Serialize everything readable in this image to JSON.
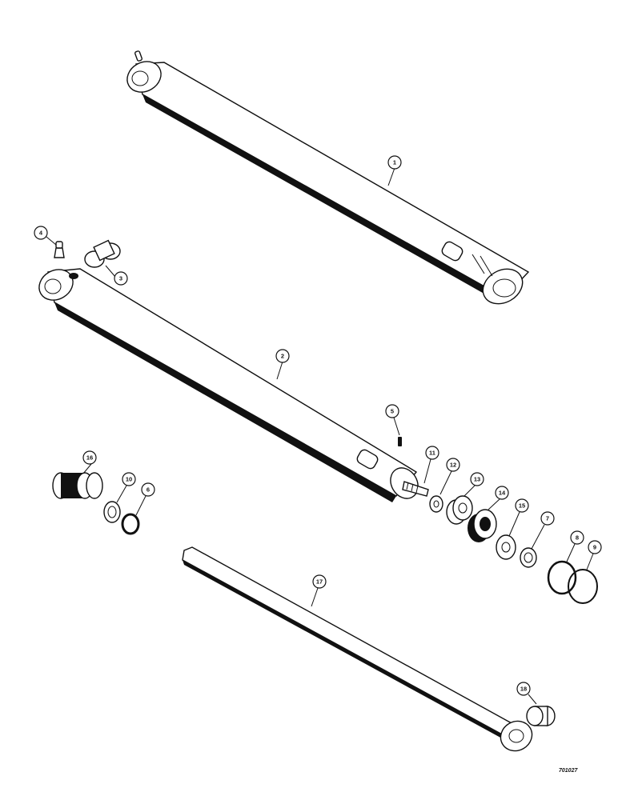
{
  "callouts": {
    "c1": "1",
    "c2": "2",
    "c3": "3",
    "c4": "4",
    "c5": "5",
    "c6": "6",
    "c7": "7",
    "c8": "8",
    "c9": "9",
    "c10": "10",
    "c11": "11",
    "c12": "12",
    "c13": "13",
    "c14": "14",
    "c15": "15",
    "c16": "16",
    "c17": "17",
    "c18": "18"
  },
  "reference_number": "701027"
}
